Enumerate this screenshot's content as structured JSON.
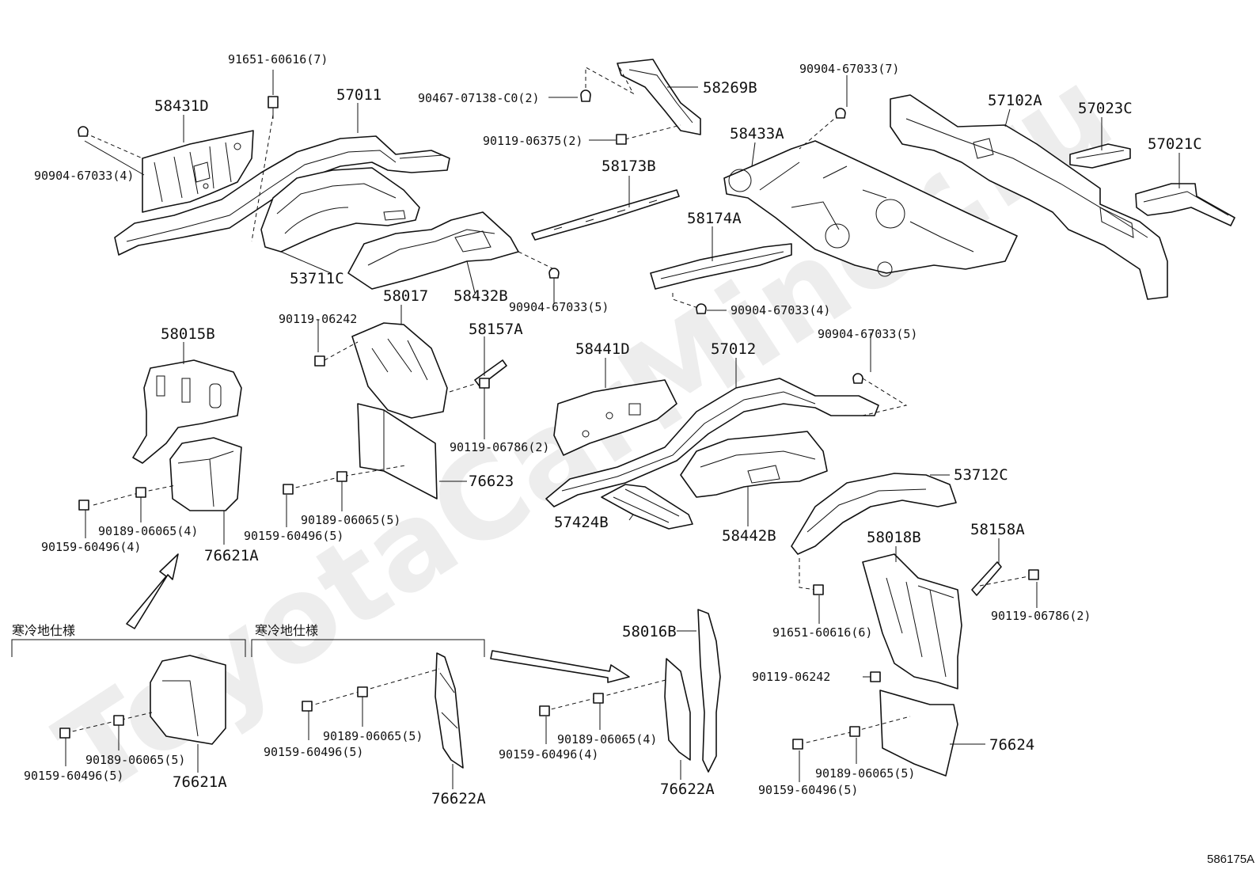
{
  "watermark": "ToyotaCarMiner.ru",
  "diagram_id": "586175A",
  "group_labels": [
    "寒冷地仕様",
    "寒冷地仕様"
  ],
  "parts": {
    "p57011": "57011",
    "p58431D": "58431D",
    "p91651_60616_7": "91651-60616(7)",
    "p90904_67033_4a": "90904-67033(4)",
    "p53711C": "53711C",
    "p58432B": "58432B",
    "p90904_67033_5a": "90904-67033(5)",
    "p90467": "90467-07138-C0(2)",
    "p58269B": "58269B",
    "p90119_06375": "90119-06375(2)",
    "p58173B": "58173B",
    "p90904_67033_7": "90904-67033(7)",
    "p58433A": "58433A",
    "p57102A": "57102A",
    "p57023C": "57023C",
    "p57021C": "57021C",
    "p58174A": "58174A",
    "p90904_67033_4b": "90904-67033(4)",
    "p90904_67033_5b": "90904-67033(5)",
    "p58015B": "58015B",
    "p90119_06242a": "90119-06242",
    "p58017": "58017",
    "p58157A": "58157A",
    "p90119_06786_2a": "90119-06786(2)",
    "p76623": "76623",
    "p90189_06065_4a": "90189-06065(4)",
    "p90159_60496_4a": "90159-60496(4)",
    "p76621A_a": "76621A",
    "p90189_06065_5a": "90189-06065(5)",
    "p90159_60496_5a": "90159-60496(5)",
    "p58441D": "58441D",
    "p57012": "57012",
    "p53712C": "53712C",
    "p57424B": "57424B",
    "p58442B": "58442B",
    "p58018B": "58018B",
    "p58158A": "58158A",
    "p90119_06786_2b": "90119-06786(2)",
    "p91651_60616_6": "91651-60616(6)",
    "p90119_06242b": "90119-06242",
    "p76624": "76624",
    "p90189_06065_5d": "90189-06065(5)",
    "p90159_60496_5d": "90159-60496(5)",
    "p90189_06065_5b": "90189-06065(5)",
    "p90159_60496_5b": "90159-60496(5)",
    "p76621A_b": "76621A",
    "p90189_06065_5c": "90189-06065(5)",
    "p90159_60496_5c": "90159-60496(5)",
    "p76622A_a": "76622A",
    "p58016B": "58016B",
    "p90189_06065_4b": "90189-06065(4)",
    "p90159_60496_4b": "90159-60496(4)",
    "p76622A_b": "76622A"
  },
  "icons": {
    "clip": "clip-icon",
    "bolt": "bolt-icon",
    "arrow": "arrow-icon"
  }
}
